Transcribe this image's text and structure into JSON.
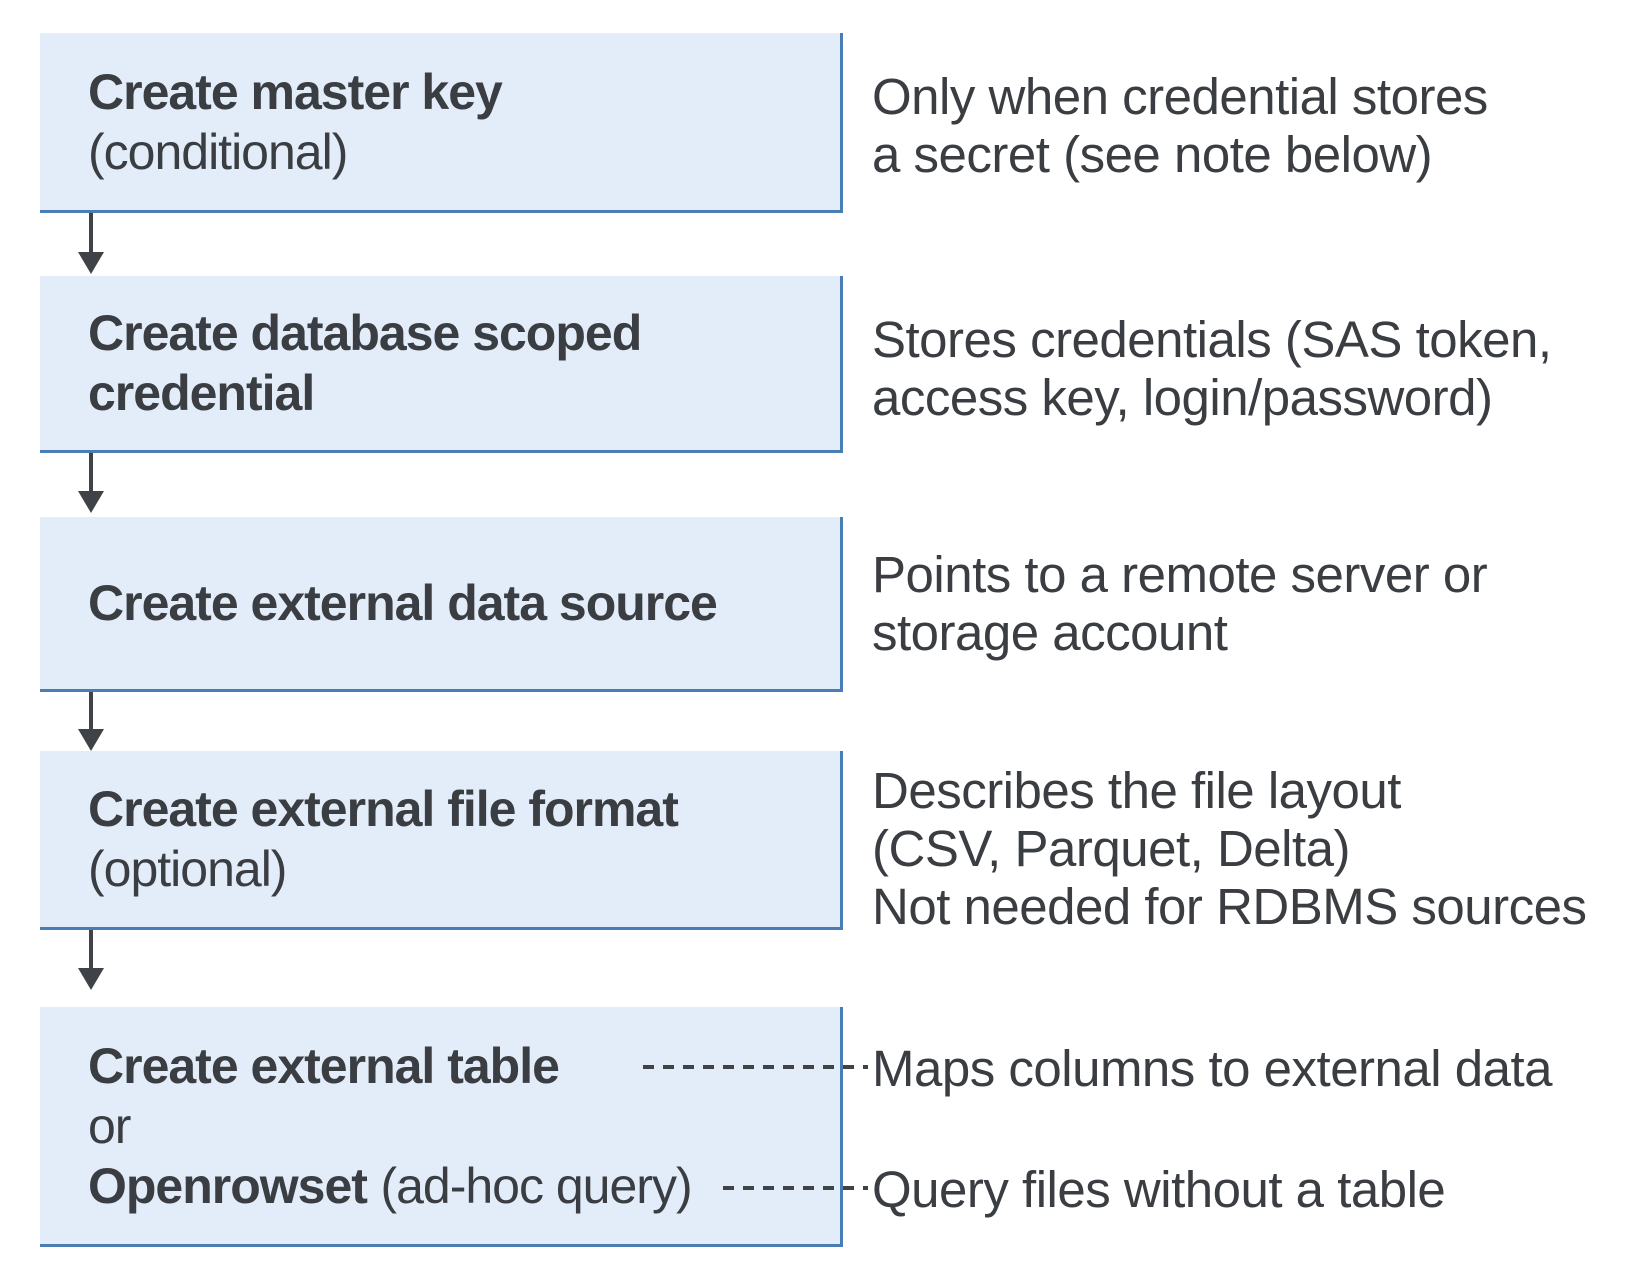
{
  "colors": {
    "box_fill": "#e3edfa",
    "box_border": "#4a7db3",
    "text": "#3a3d41",
    "connector": "#3f4247",
    "background": "#ffffff"
  },
  "boxes": [
    {
      "title": "Create master key",
      "subtitle": "(conditional)"
    },
    {
      "title": "Create database scoped",
      "title2": "credential"
    },
    {
      "title": "Create external data source"
    },
    {
      "title": "Create external file format",
      "subtitle": "(optional)"
    },
    {
      "title": "Create external table",
      "or": "or",
      "alt_bold": "Openrowset",
      "alt_regular": "(ad-hoc query)"
    }
  ],
  "annotations": [
    {
      "lines": [
        "Only when credential stores",
        "a secret (see note below)"
      ]
    },
    {
      "lines": [
        "Stores credentials (SAS token,",
        "access key, login/password)"
      ]
    },
    {
      "lines": [
        "Points to a remote server or",
        "storage account"
      ]
    },
    {
      "lines": [
        "Describes the file layout",
        "(CSV, Parquet, Delta)",
        "Not needed for RDBMS sources"
      ]
    },
    {
      "lines": [
        "Maps columns to external data"
      ]
    },
    {
      "lines": [
        "Query files without a table"
      ]
    }
  ]
}
